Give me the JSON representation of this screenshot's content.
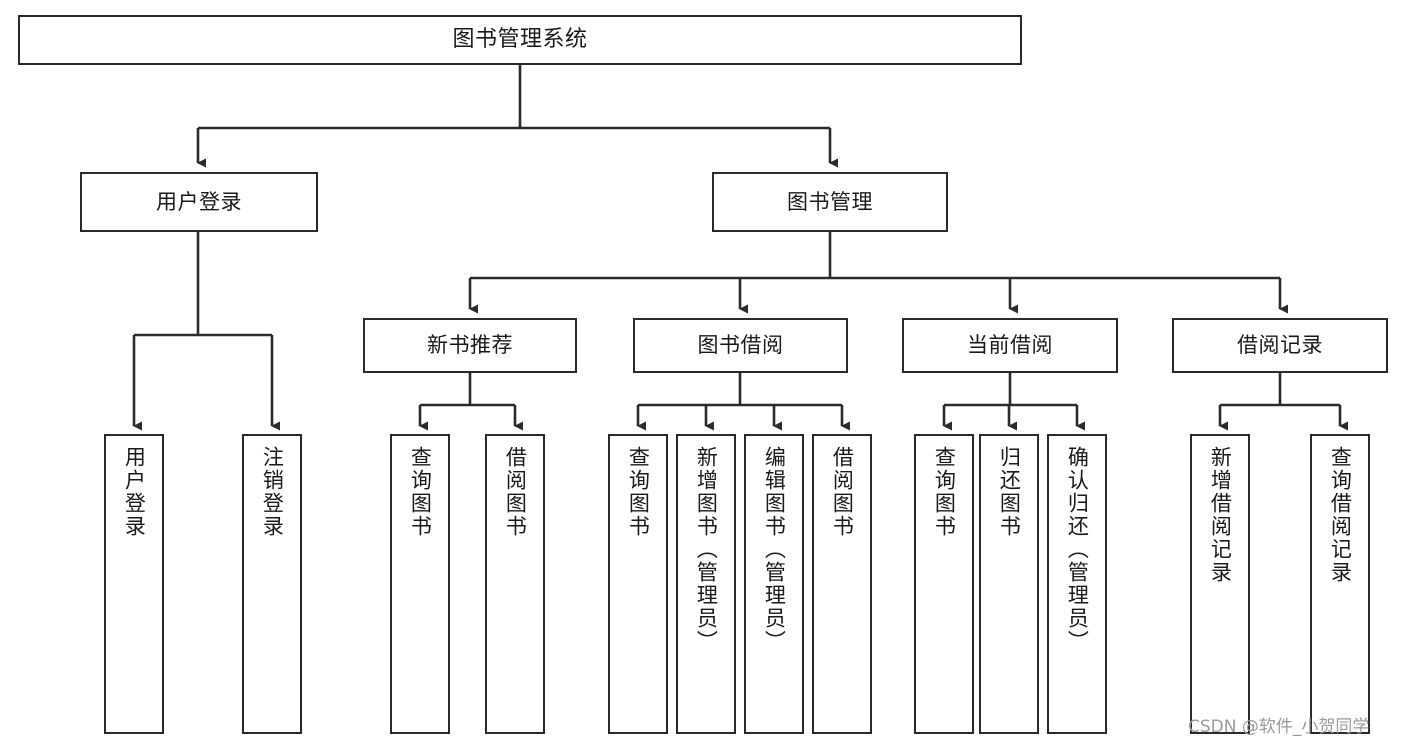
{
  "diagram": {
    "title": "图书管理系统",
    "type": "tree-hierarchy-chart",
    "watermark": "CSDN @软件_小贺同学",
    "colors": {
      "border": "#2b2b2b",
      "background": "#ffffff",
      "text": "#1a1a1a",
      "edge": "#2b2b2b",
      "watermark": "#9b9b9b"
    },
    "nodes": {
      "root": {
        "label": "图书管理系统"
      },
      "level2": [
        {
          "label": "用户登录"
        },
        {
          "label": "图书管理"
        }
      ],
      "level3": [
        {
          "label": "新书推荐"
        },
        {
          "label": "图书借阅"
        },
        {
          "label": "当前借阅"
        },
        {
          "label": "借阅记录"
        }
      ],
      "leaves": {
        "user_login": [
          {
            "label": "用户登录"
          },
          {
            "label": "注销登录"
          }
        ],
        "new_book_recommend": [
          {
            "label": "查询图书"
          },
          {
            "label": "借阅图书"
          }
        ],
        "book_borrow": [
          {
            "label": "查询图书"
          },
          {
            "label": "新增图书（管理员）"
          },
          {
            "label": "编辑图书（管理员）"
          },
          {
            "label": "借阅图书"
          }
        ],
        "current_borrow": [
          {
            "label": "查询图书"
          },
          {
            "label": "归还图书"
          },
          {
            "label": "确认归还（管理员）"
          }
        ],
        "borrow_record": [
          {
            "label": "新增借阅记录"
          },
          {
            "label": "查询借阅记录"
          }
        ]
      }
    }
  }
}
